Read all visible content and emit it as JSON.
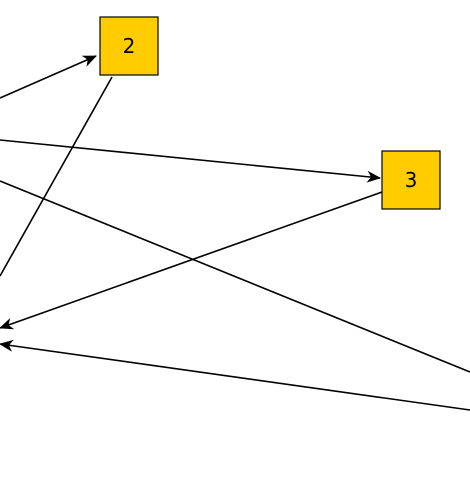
{
  "diagram": {
    "colors": {
      "node_fill": "#ffcc00",
      "node_stroke": "#000000",
      "edge": "#000000",
      "background": "#ffffff"
    },
    "nodes": [
      {
        "id": "n2",
        "label": "2"
      },
      {
        "id": "n3",
        "label": "3"
      }
    ],
    "edges": [
      {
        "id": "e1",
        "from": "offscreen-left",
        "to": "n2",
        "arrow": "end"
      },
      {
        "id": "e2",
        "from": "offscreen-left",
        "to": "n3",
        "arrow": "end"
      },
      {
        "id": "e3",
        "from": "n2",
        "to": "offscreen-left",
        "arrow": "none"
      },
      {
        "id": "e4",
        "from": "offscreen-left",
        "to": "offscreen-right",
        "arrow": "none"
      },
      {
        "id": "e5",
        "from": "n3",
        "to": "offscreen-left",
        "arrow": "end"
      },
      {
        "id": "e6",
        "from": "offscreen-right",
        "to": "offscreen-left",
        "arrow": "end"
      }
    ]
  }
}
